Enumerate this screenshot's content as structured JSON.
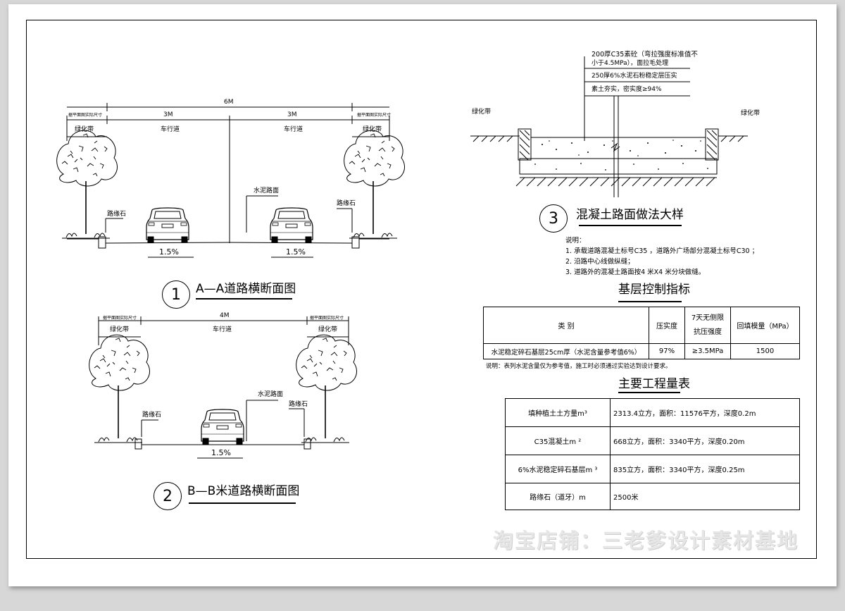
{
  "section1": {
    "dim_total": "6M",
    "dim_left": "3M",
    "dim_right": "3M",
    "side_note_left": "据平面图实际尺寸",
    "side_note_right": "据平面图实际尺寸",
    "green_left": "绿化带",
    "green_right": "绿化带",
    "lane_left": "车行道",
    "lane_right": "车行道",
    "curb_left": "路缘石",
    "curb_right": "路缘石",
    "pavement": "水泥路面",
    "slope_left": "1.5%",
    "slope_right": "1.5%",
    "num": "1",
    "title": "A—A道路横断面图"
  },
  "section2": {
    "dim_total": "4M",
    "side_note_left": "据平面图实际尺寸",
    "side_note_right": "据平面图实际尺寸",
    "green_left": "绿化带",
    "green_right": "绿化带",
    "lane": "车行道",
    "curb_left": "路缘石",
    "curb_right": "路缘石",
    "pavement": "水泥路面",
    "slope": "1.5%",
    "num": "2",
    "title": "B—B米道路横断面图"
  },
  "detail": {
    "layer1_a": "200厚C35素砼（弯拉强度标准值不",
    "layer1_b": "小于4.5MPa），面拉毛处理",
    "layer2": "250厚6%水泥石粉稳定层压实",
    "layer3": "素土夯实，密实度≥94%",
    "green_left": "绿化带",
    "green_right": "绿化带",
    "num": "3",
    "title": "混凝土路面做法大样"
  },
  "notes": {
    "head": "说明：",
    "items": [
      "1. 承载道路混凝土标号C35 ，道路外广场部分混凝土标号C30 ；",
      "2. 沿路中心线做纵缝；",
      "3. 道路外的混凝土路面按4 米X4 米分块做缝。"
    ]
  },
  "base_table": {
    "title": "基层控制指标",
    "headers": [
      "类 别",
      "压实度",
      "7天无侧限",
      "抗压强度",
      "回填模量（MPa）"
    ],
    "row": [
      "水泥稳定碎石基层25cm厚（水泥含量参考值6%）",
      "97%",
      "≥3.5MPa",
      "1500"
    ],
    "note": "说明：表列水泥含量仅为参考值，施工时必须通过实验达到设计要求。"
  },
  "quantity_table": {
    "title": "主要工程量表",
    "rows": [
      [
        "填种植土土方量m³",
        "2313.4立方，面积：11576平方，深度0.2m"
      ],
      [
        "C35混凝土m ²",
        "668立方，面积：3340平方，深度0.20m"
      ],
      [
        "6%水泥稳定碎石基层m ³",
        "835立方，面积：3340平方，深度0.25m"
      ],
      [
        "路缘石（道牙）m",
        "2500米"
      ]
    ]
  },
  "watermark": "淘宝店铺：三老爹设计素材基地"
}
